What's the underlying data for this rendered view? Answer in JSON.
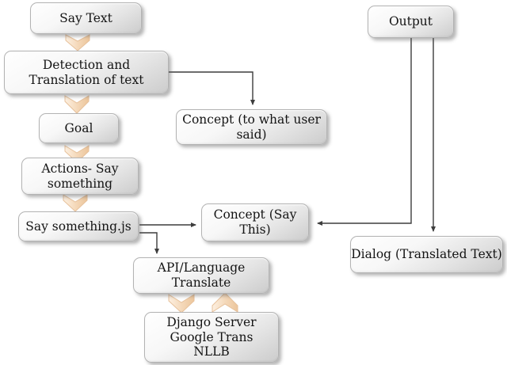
{
  "diagram": {
    "type": "flowchart",
    "background": "#ffffff",
    "colors": {
      "box_fill_top": "#ffffff",
      "box_fill_bottom": "#cccccc",
      "box_border": "#b3b3b3",
      "box_text": "#141414",
      "connector": "#3d3d3d",
      "chevron_light": "#fdf0e1",
      "chevron_main": "#f4d7b7",
      "chevron_dark": "#ecc69c"
    }
  },
  "nodes": {
    "say_text": {
      "label": "Say Text"
    },
    "detection": {
      "label": "Detection and\nTranslation of text"
    },
    "goal": {
      "label": "Goal"
    },
    "actions": {
      "label": "Actions- Say\nsomething"
    },
    "say_something_js": {
      "label": "Say something.js"
    },
    "concept_user": {
      "label": "Concept (to what user\nsaid)"
    },
    "concept_say": {
      "label": "Concept (Say\nThis)"
    },
    "api_translate": {
      "label": "API/Language\nTranslate"
    },
    "django": {
      "label": "Django Server\nGoogle Trans\nNLLB"
    },
    "output": {
      "label": "Output"
    },
    "dialog": {
      "label": "Dialog (Translated Text)"
    }
  },
  "edges": [
    {
      "from": "say_text",
      "to": "detection",
      "style": "chevron-down"
    },
    {
      "from": "detection",
      "to": "goal",
      "style": "chevron-down"
    },
    {
      "from": "goal",
      "to": "actions",
      "style": "chevron-down"
    },
    {
      "from": "actions",
      "to": "say_something_js",
      "style": "chevron-down"
    },
    {
      "from": "detection",
      "to": "concept_user",
      "style": "line-arrow"
    },
    {
      "from": "say_something_js",
      "to": "concept_say",
      "style": "line-arrow"
    },
    {
      "from": "say_something_js",
      "to": "api_translate",
      "style": "line-arrow"
    },
    {
      "from": "api_translate",
      "to": "django",
      "style": "chevron-down"
    },
    {
      "from": "django",
      "to": "api_translate",
      "style": "chevron-up"
    },
    {
      "from": "output",
      "to": "concept_say",
      "style": "line-arrow"
    },
    {
      "from": "output",
      "to": "dialog",
      "style": "line-arrow"
    }
  ]
}
